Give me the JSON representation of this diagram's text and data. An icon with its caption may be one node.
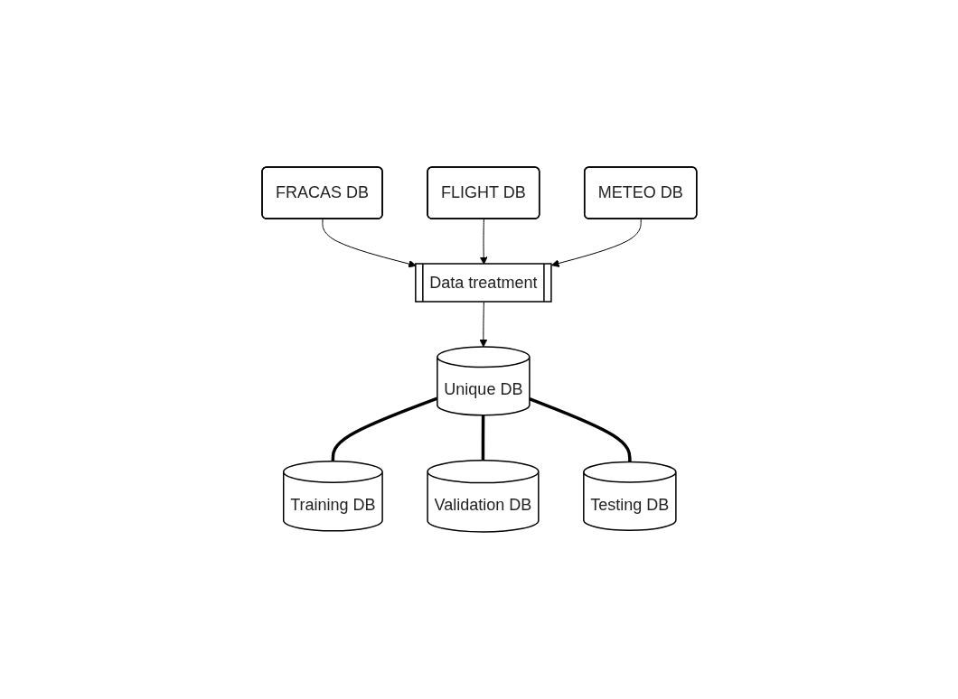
{
  "diagram": {
    "nodes": [
      {
        "text": [
          "FRACAS DB"
        ]
      },
      {
        "text": [
          "FLIGHT DB"
        ]
      },
      {
        "text": [
          "METEO DB"
        ]
      },
      {
        "text": [
          "Data treatment"
        ]
      },
      {
        "text": [
          "Unique DB"
        ]
      },
      {
        "text": [
          "Training DB"
        ]
      },
      {
        "text": [
          "Validation DB"
        ]
      },
      {
        "text": [
          "Testing DB"
        ]
      }
    ],
    "edges": [
      {
        "from": 0,
        "to": 3,
        "arrow": "to"
      },
      {
        "from": 1,
        "to": 3,
        "arrow": "to"
      },
      {
        "from": 2,
        "to": 3,
        "arrow": "to"
      },
      {
        "from": 3,
        "to": 4,
        "arrow": "to"
      },
      {
        "from": 4,
        "to": 5,
        "arrow": "none",
        "style": "thick"
      },
      {
        "from": 4,
        "to": 6,
        "arrow": "none",
        "style": "thick"
      },
      {
        "from": 4,
        "to": 7,
        "arrow": "none",
        "style": "thick"
      }
    ]
  }
}
